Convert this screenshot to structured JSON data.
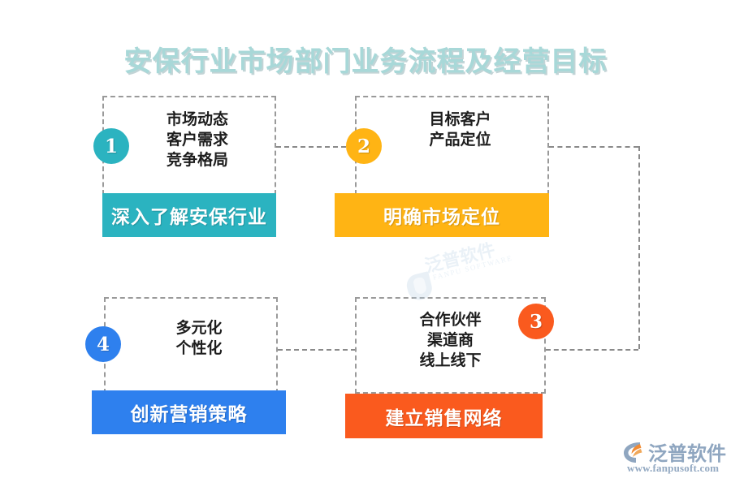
{
  "page": {
    "title": "安保行业市场部门业务流程及经营目标",
    "background_color": "#ffffff"
  },
  "colors": {
    "title_text": "#a8d8d8",
    "connector": "#8a8a8a",
    "detail_border": "#9a9a9a",
    "watermark": "#bcd3e6",
    "logo_text": "#8fa6c0",
    "logo_mark_primary": "#8fa6c0",
    "logo_mark_accent": "#f08a33"
  },
  "steps": [
    {
      "number": "1",
      "color": "#2bb3c0",
      "details": [
        "市场动态",
        "客户需求",
        "竞争格局"
      ],
      "goal": "深入了解安保行业",
      "badge_side": "left"
    },
    {
      "number": "2",
      "color": "#ffb414",
      "details": [
        "目标客户",
        "产品定位"
      ],
      "goal": "明确市场定位",
      "badge_side": "left"
    },
    {
      "number": "3",
      "color": "#fa5a1e",
      "details": [
        "合作伙伴",
        "渠道商",
        "线上线下"
      ],
      "goal": "建立销售网络",
      "badge_side": "right"
    },
    {
      "number": "4",
      "color": "#2e80ee",
      "details": [
        "多元化",
        "个性化"
      ],
      "goal": "创新营销策略",
      "badge_side": "left"
    }
  ],
  "watermark": {
    "cn": "泛普软件",
    "en": "FANPU SOFTWARE"
  },
  "logo": {
    "cn": "泛普软件",
    "url": "www.fanpusoft.com"
  }
}
